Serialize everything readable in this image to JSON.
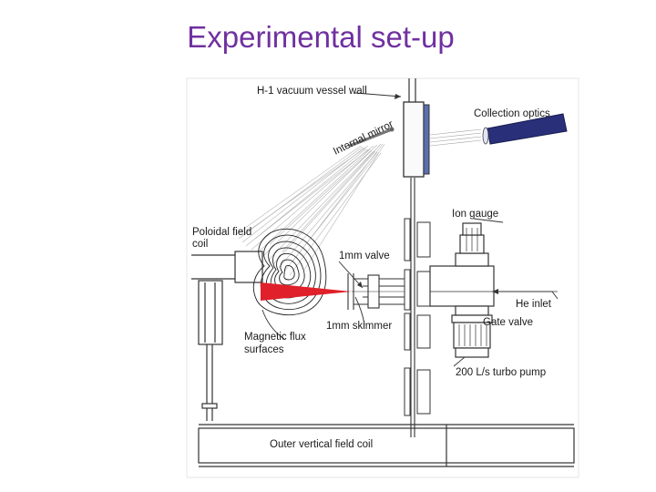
{
  "slide": {
    "title": "Experimental set-up"
  },
  "diagram": {
    "labels": {
      "vessel_wall": "H-1 vacuum vessel wall",
      "collection_optics": "Collection optics",
      "internal_mirror": "Internal mirror",
      "ion_gauge": "Ion gauge",
      "poloidal_coil_line1": "Poloidal field",
      "poloidal_coil_line2": "coil",
      "valve": "1mm valve",
      "he_inlet": "He inlet",
      "gate_valve": "Gate valve",
      "skimmer": "1mm skimmer",
      "flux_line1": "Magnetic flux",
      "flux_line2": "surfaces",
      "turbo_pump": "200 L/s turbo pump",
      "outer_coil": "Outer vertical field coil"
    },
    "colors": {
      "title": "#7030a0",
      "beam": "#e0202a",
      "optics": "#2a2f7a",
      "wall_window": "#5a6fb0",
      "mirror": "#777777"
    }
  }
}
